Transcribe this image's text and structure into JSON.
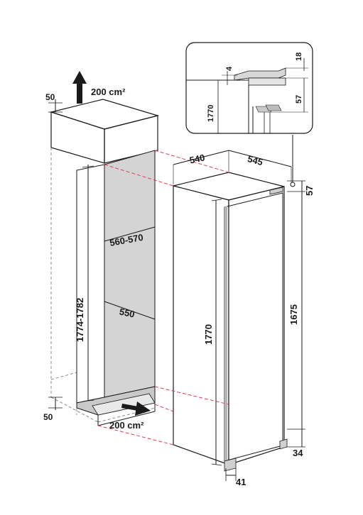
{
  "niche": {
    "dim_top_gap": "50",
    "dim_bottom_gap": "50",
    "vent_top": "200 cm²",
    "vent_bottom": "200 cm²",
    "niche_width": "560-570",
    "niche_depth": "550",
    "niche_height": "1774-1782"
  },
  "appliance": {
    "depth": "540",
    "width": "545",
    "top_offset": "57",
    "height_total": "1770",
    "door_height": "1675",
    "bottom_offset": "34",
    "side_offset": "41"
  },
  "detail": {
    "d4": "4",
    "d18": "18",
    "d1770": "1770",
    "d57": "57"
  }
}
